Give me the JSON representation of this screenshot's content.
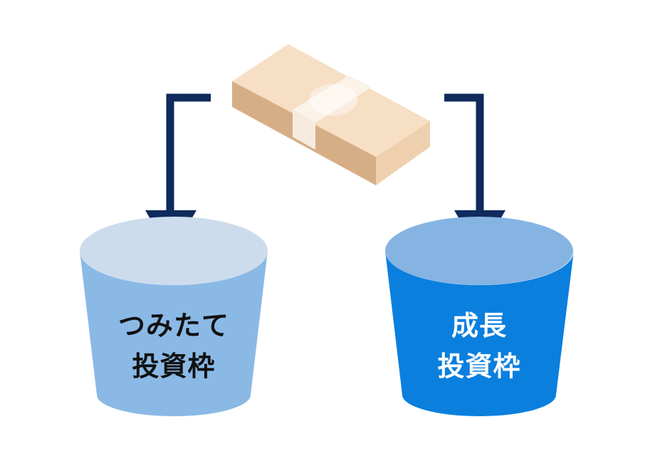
{
  "colors": {
    "arrow": "#0f2a5c",
    "left_cylinder_top": "#cddcec",
    "left_cylinder_body": "#8ab9e6",
    "right_cylinder_top": "#86b4e2",
    "right_cylinder_body": "#0b7fde",
    "left_label": "#111111",
    "right_label": "#ffffff",
    "bundle_top": "#f6dfc5",
    "bundle_front": "#d6ae86",
    "bundle_side": "#f0d2b0",
    "band": "#fbf2e8"
  },
  "icons": {
    "money": "money-bundle-icon"
  },
  "left_cylinder": {
    "line1": "つみたて",
    "line2": "投資枠"
  },
  "right_cylinder": {
    "line1": "成長",
    "line2": "投資枠"
  }
}
